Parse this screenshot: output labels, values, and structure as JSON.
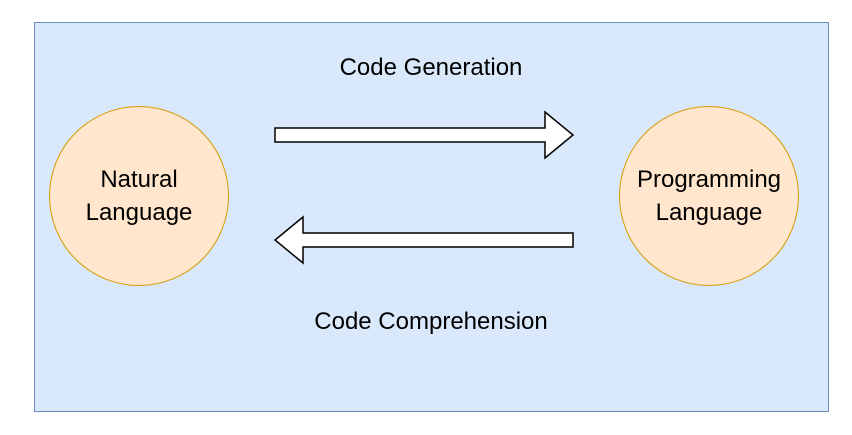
{
  "colors": {
    "panel_fill": "#dae8fc",
    "panel_border": "#6c8ebf",
    "node_fill": "#ffe6cc",
    "node_border": "#d79b00",
    "arrow_fill": "#ffffff",
    "arrow_stroke": "#000000"
  },
  "nodes": {
    "natural_language": "Natural\nLanguage",
    "programming_language": "Programming\nLanguage"
  },
  "edges": {
    "code_generation": "Code Generation",
    "code_comprehension": "Code Comprehension"
  }
}
